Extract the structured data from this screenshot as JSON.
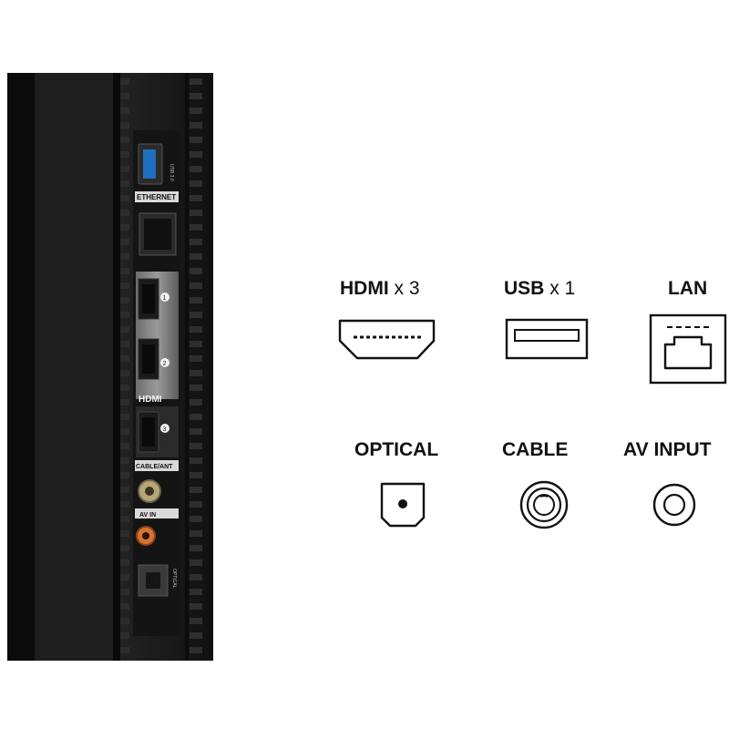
{
  "panel": {
    "usb_label": "USB 3.0",
    "ethernet_label": "ETHERNET",
    "hdmi_port_numbers": [
      "1",
      "2",
      "3"
    ],
    "hdmi_logo": "HDMI",
    "cable_ant_label": "CABLE/ANT",
    "av_in_label": "AV IN",
    "optical_label": "OPTICAL"
  },
  "legend": {
    "hdmi": {
      "name": "HDMI",
      "count": "x 3"
    },
    "usb": {
      "name": "USB",
      "count": "x 1"
    },
    "lan": {
      "name": "LAN"
    },
    "optical": {
      "name": "OPTICAL"
    },
    "cable": {
      "name": "CABLE"
    },
    "av_input": {
      "name": "AV INPUT"
    }
  },
  "icons": [
    "hdmi-port-icon",
    "usb-port-icon",
    "lan-port-icon",
    "optical-port-icon",
    "cable-port-icon",
    "av-input-port-icon"
  ]
}
